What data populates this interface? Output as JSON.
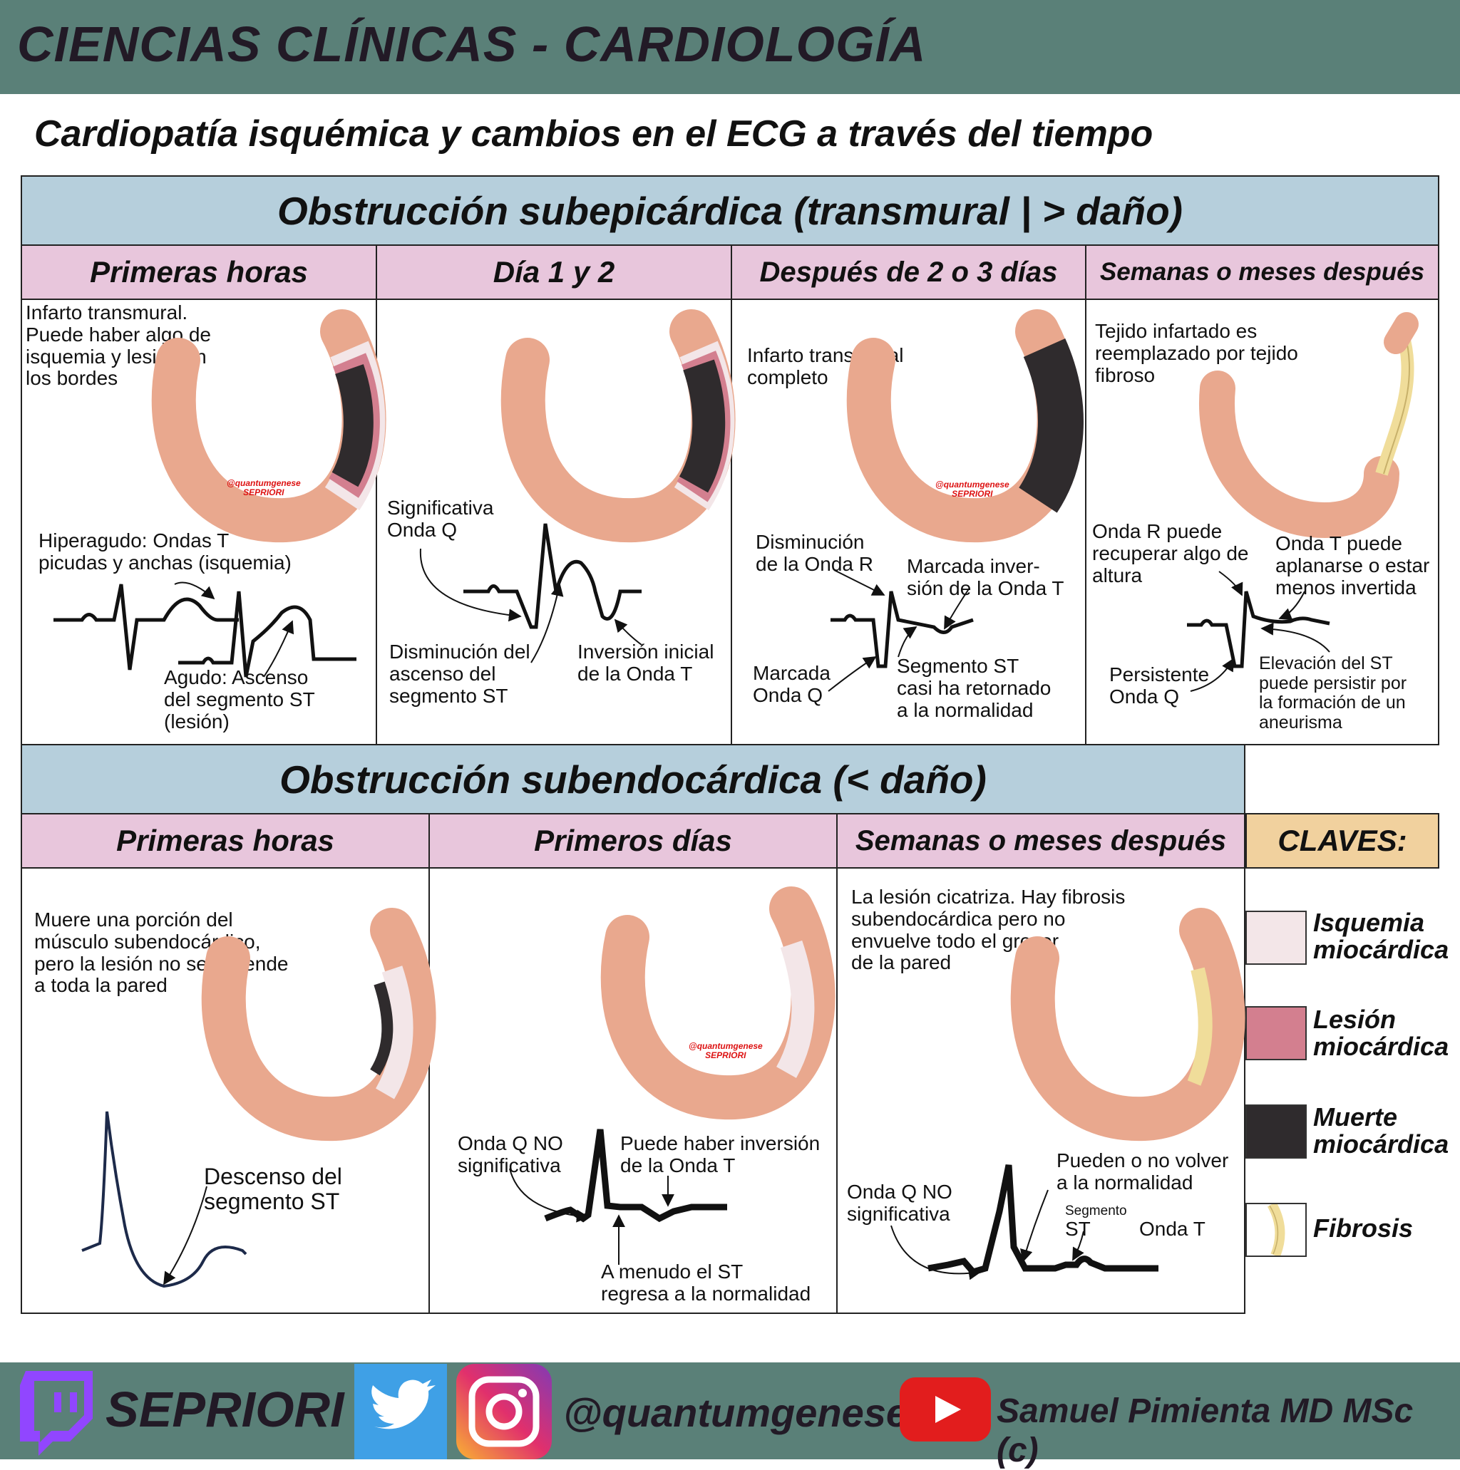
{
  "header": {
    "title": "CIENCIAS CLÍNICAS - CARDIOLOGÍA"
  },
  "subtitle": "Cardiopatía isquémica y cambios en el ECG a través del tiempo",
  "transmural": {
    "heading": "Obstrucción subepicárdica (transmural | > daño)",
    "columns": [
      {
        "title": "Primeras horas",
        "description": "Infarto transmural.\nPuede haber algo de\nisquemia y lesión en\nlos bordes",
        "label_a": "Hiperagudo: Ondas T\npicudas y anchas (isquemia)",
        "label_b": "Agudo: Ascenso\ndel segmento ST\n(lesión)"
      },
      {
        "title": "Día 1 y 2",
        "label_a": "Significativa\nOnda Q",
        "label_b": "Disminución del\nascenso del\nsegmento ST",
        "label_c": "Inversión inicial\nde la Onda T"
      },
      {
        "title": "Después de 2 o 3 días",
        "description": "Infarto transmural\ncompleto",
        "label_a": "Disminución\nde la Onda R",
        "label_b": "Marcada inver-\nsión de la Onda T",
        "label_c": "Marcada\nOnda Q",
        "label_d": "Segmento ST\ncasi ha retornado\na la normalidad"
      },
      {
        "title": "Semanas o meses después",
        "description": "Tejido infartado es\nreemplazado por tejido\nfibroso",
        "label_a": "Onda R puede\nrecuperar algo de\naltura",
        "label_b": "Onda T puede\naplanarse o estar\nmenos invertida",
        "label_c": "Persistente\nOnda Q",
        "label_d": "Elevación del ST\npuede persistir por\nla formación de un\naneurisma"
      }
    ]
  },
  "subendocardial": {
    "heading": "Obstrucción subendocárdica (< daño)",
    "columns": [
      {
        "title": "Primeras horas",
        "description": "Muere una porción del\nmúsculo subendocárdico,\npero la lesión no se extiende\na toda la pared",
        "label_a": "Descenso del\nsegmento ST"
      },
      {
        "title": "Primeros días",
        "label_a": "Onda Q NO\nsignificativa",
        "label_b": "Puede haber inversión\nde la Onda T",
        "label_c": "A menudo el ST\nregresa a la normalidad"
      },
      {
        "title": "Semanas o meses después",
        "description": "La lesión cicatriza. Hay fibrosis\nsubendocárdica pero no\nenvuelve todo el grosor\nde la pared",
        "label_a": "Onda Q NO\nsignificativa",
        "label_b": "Pueden o no volver\na la normalidad",
        "label_c": "Segmento",
        "label_d": "ST",
        "label_e": "Onda T"
      }
    ]
  },
  "watermark": "@quantumgenese\nSEPRIORI",
  "legend": {
    "title": "CLAVES:",
    "items": [
      {
        "label": "Isquemia\nmiocárdica",
        "color": "#f3e6e8"
      },
      {
        "label": "Lesión\nmiocárdica",
        "color": "#d37f8f"
      },
      {
        "label": "Muerte\nmiocárdica",
        "color": "#2f2b2d"
      },
      {
        "label": "Fibrosis",
        "color": "#f0dd9a"
      }
    ]
  },
  "colors": {
    "banner": "#5a8078",
    "section_head": "#b6cfdc",
    "column_head": "#e8c6dc",
    "legend_head": "#f1d19e",
    "myocardium": "#e9a88e"
  },
  "footer": {
    "brand": "SEPRIORI",
    "handle": "@quantumgenese",
    "author": "Samuel Pimienta MD MSc (c)",
    "icons": [
      "twitch-icon",
      "twitter-icon",
      "instagram-icon",
      "youtube-icon"
    ]
  }
}
